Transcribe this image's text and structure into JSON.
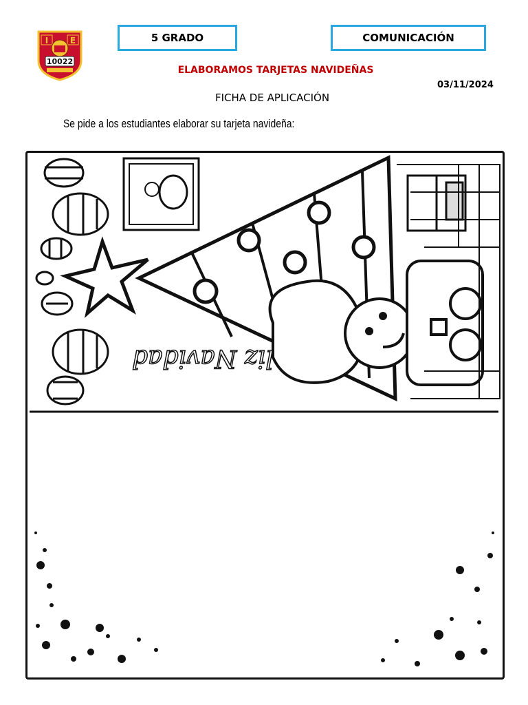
{
  "header": {
    "grade": "5 GRADO",
    "subject": "COMUNICACIÓN",
    "title": "ELABORAMOS TARJETAS NAVIDEÑAS",
    "date": "03/11/2024",
    "subtitle": "FICHA DE APLICACIÓN"
  },
  "logo": {
    "letters_left": "I",
    "letters_right": "E",
    "number": "10022",
    "colors": {
      "primary": "#c8102e",
      "accent": "#f2c230"
    }
  },
  "instruction": "Se pide a los estudiantes elaborar su tarjeta navideña:",
  "card": {
    "greeting": "Feliz Navidad",
    "colors": {
      "border": "#2aa8e0",
      "title": "#c00000"
    }
  }
}
